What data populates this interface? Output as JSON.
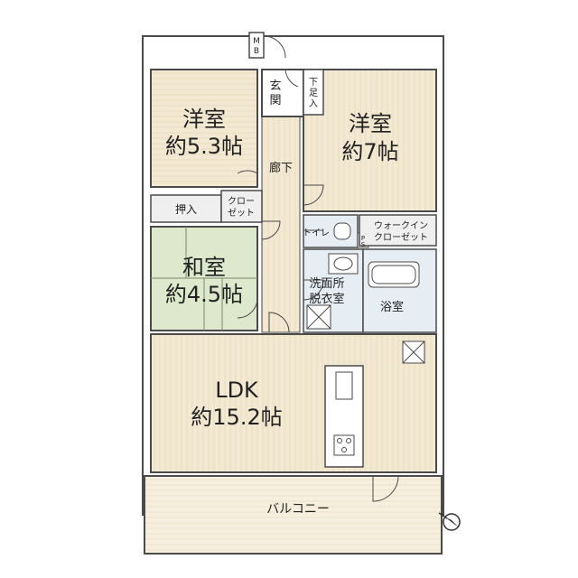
{
  "rooms": {
    "western_room_1": {
      "name": "洋室",
      "size": "約5.3帖"
    },
    "western_room_2": {
      "name": "洋室",
      "size": "約7帖"
    },
    "japanese_room": {
      "name": "和室",
      "size": "約4.5帖"
    },
    "ldk": {
      "name": "LDK",
      "size": "約15.2帖"
    }
  },
  "labels": {
    "mb": "M",
    "mb2": "B",
    "entrance_1": "玄",
    "entrance_2": "関",
    "shoe_1": "下",
    "shoe_2": "足",
    "shoe_3": "入",
    "hallway": "廊下",
    "closet_1": "クロー",
    "closet_2": "ゼット",
    "oshiire": "押入",
    "toilet": "トイレ",
    "ps_1": "P",
    "ps_2": "S",
    "walkin_1": "ウォークイン",
    "walkin_2": "クローゼット",
    "washroom_1": "洗面所",
    "washroom_2": "脱衣室",
    "bathroom": "浴室",
    "balcony": "バルコニー"
  },
  "colors": {
    "room_fill": "#f3e8d2",
    "tatami_fill": "#dde8cc",
    "wet_fill": "#e6eef4",
    "balcony_fill": "#f6efdf",
    "wall": "#4a4a4a",
    "stripe": "#eadbbd"
  },
  "icons": [
    "compass-north-icon",
    "kitchen-sink-icon",
    "stove-icon",
    "toilet-icon",
    "bathtub-icon",
    "washbasin-icon"
  ]
}
